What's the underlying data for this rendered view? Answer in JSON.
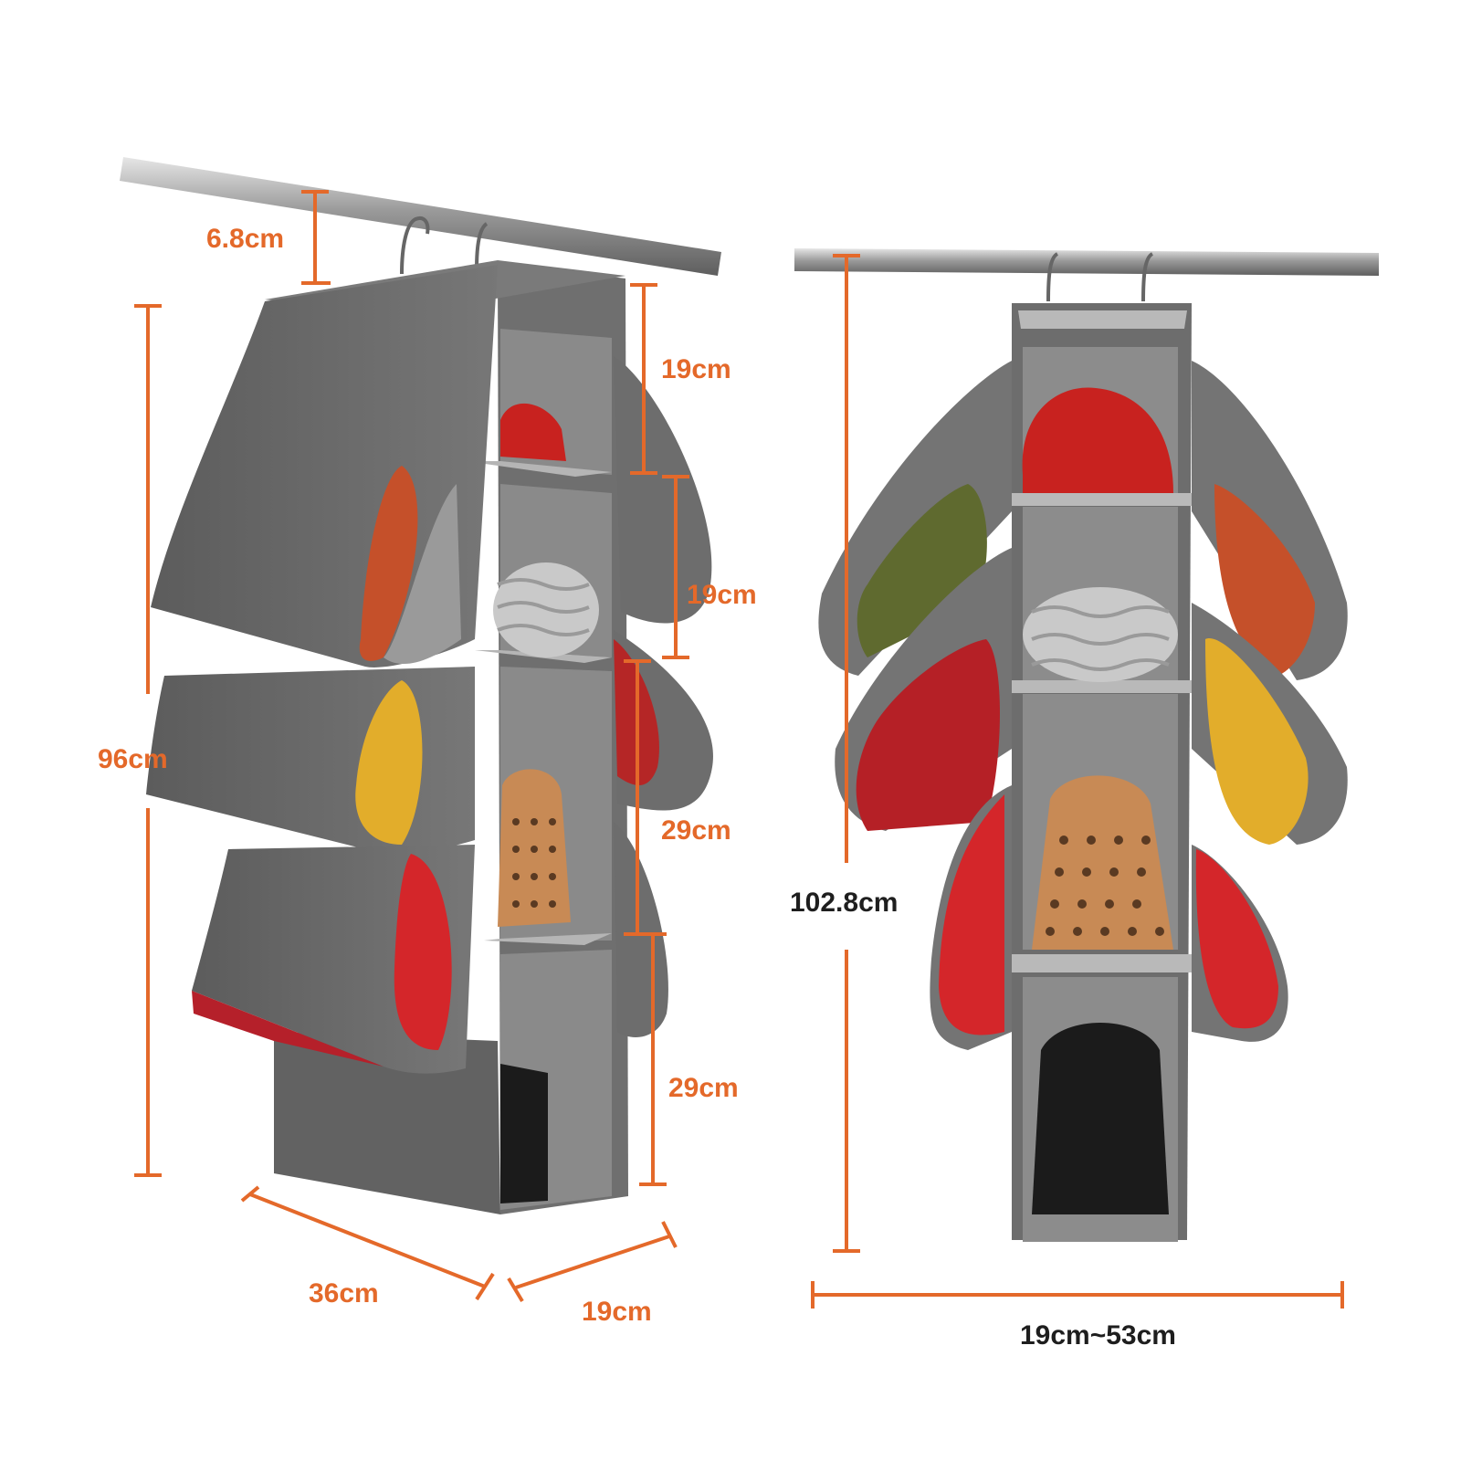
{
  "colors": {
    "dimension_orange": "#e4692a",
    "label_dark": "#1e1e1e",
    "fabric_gray": "#6b6b6b",
    "fabric_inner": "#8e8e8e",
    "rod_steel": "#a8a8a8"
  },
  "left_view": {
    "rod_to_top": "6.8cm",
    "total_height": "96cm",
    "shelf_1": "19cm",
    "shelf_2": "19cm",
    "shelf_3": "29cm",
    "shelf_4": "29cm",
    "width": "36cm",
    "depth": "19cm"
  },
  "right_view": {
    "total_height": "102.8cm",
    "width_range": "19cm~53cm"
  },
  "icons": {
    "hanger": "hook-icon",
    "rod": "closet-rod"
  }
}
